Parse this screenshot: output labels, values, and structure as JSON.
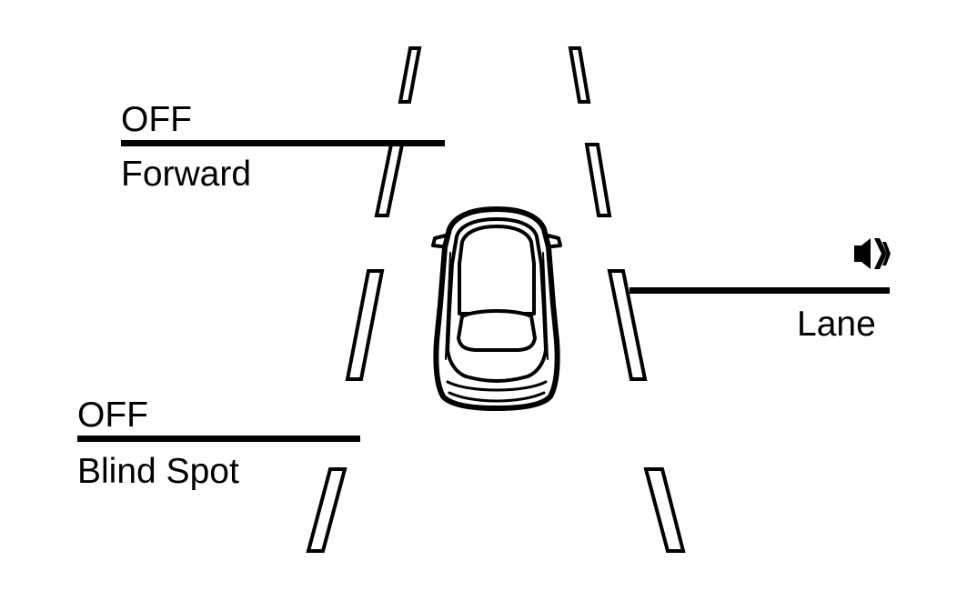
{
  "forward": {
    "status": "OFF",
    "name": "Forward"
  },
  "blind_spot": {
    "status": "OFF",
    "name": "Blind Spot"
  },
  "lane": {
    "name": "Lane",
    "icon": "speaker-icon"
  },
  "colors": {
    "ink": "#000000",
    "background": "#ffffff"
  }
}
